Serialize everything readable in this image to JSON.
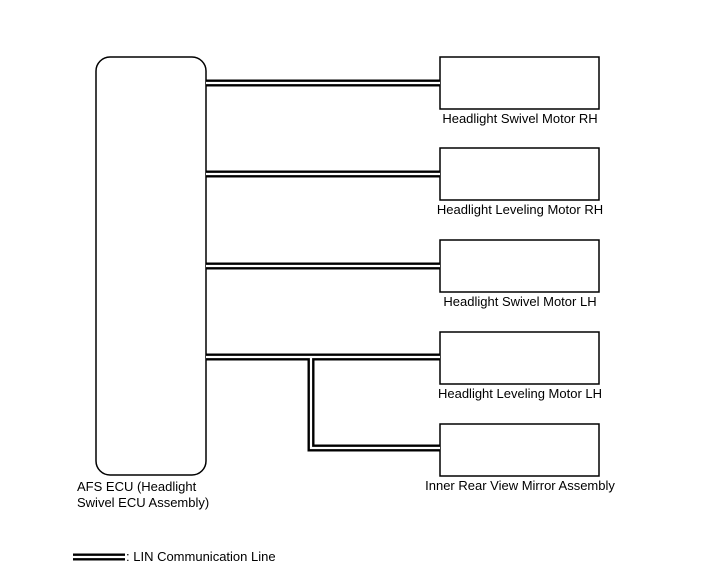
{
  "diagram": {
    "ecu": {
      "label_line1": "AFS ECU (Headlight",
      "label_line2": "Swivel ECU Assembly)"
    },
    "components": [
      {
        "id": "swivel-rh",
        "label": "Headlight Swivel Motor RH"
      },
      {
        "id": "leveling-rh",
        "label": "Headlight Leveling Motor RH"
      },
      {
        "id": "swivel-lh",
        "label": "Headlight Swivel Motor LH"
      },
      {
        "id": "leveling-lh",
        "label": "Headlight Leveling Motor LH"
      },
      {
        "id": "mirror",
        "label": "Inner Rear View Mirror Assembly"
      }
    ],
    "legend": {
      "label": ": LIN Communication Line"
    }
  }
}
